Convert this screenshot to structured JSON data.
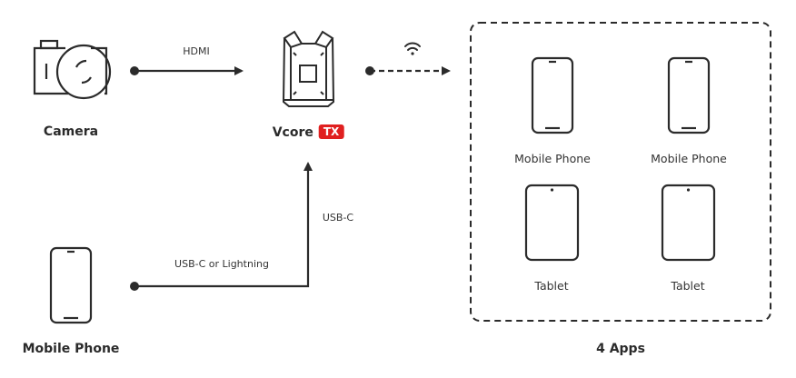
{
  "nodes": {
    "camera": {
      "label": "Camera",
      "icon": "camera-icon"
    },
    "vcore": {
      "label": "Vcore",
      "badge": "TX",
      "icon": "vcore-transmitter-icon"
    },
    "mobile_phone_source": {
      "label": "Mobile Phone",
      "icon": "mobile-phone-icon"
    },
    "apps_group": {
      "label": "4 Apps",
      "devices": [
        {
          "label": "Mobile Phone",
          "icon": "mobile-phone-icon"
        },
        {
          "label": "Mobile Phone",
          "icon": "mobile-phone-icon"
        },
        {
          "label": "Tablet",
          "icon": "tablet-icon"
        },
        {
          "label": "Tablet",
          "icon": "tablet-icon"
        }
      ]
    }
  },
  "connections": {
    "camera_to_vcore": {
      "label": "HDMI",
      "style": "solid"
    },
    "phone_to_vcore_horizontal": {
      "label": "USB-C or Lightning",
      "style": "solid"
    },
    "phone_to_vcore_vertical": {
      "label": "USB-C",
      "style": "solid"
    },
    "vcore_to_apps": {
      "label": "",
      "style": "dashed",
      "icon": "wifi-icon"
    }
  },
  "colors": {
    "stroke": "#2b2b2b",
    "badge": "#e02020",
    "text": "#333333"
  }
}
